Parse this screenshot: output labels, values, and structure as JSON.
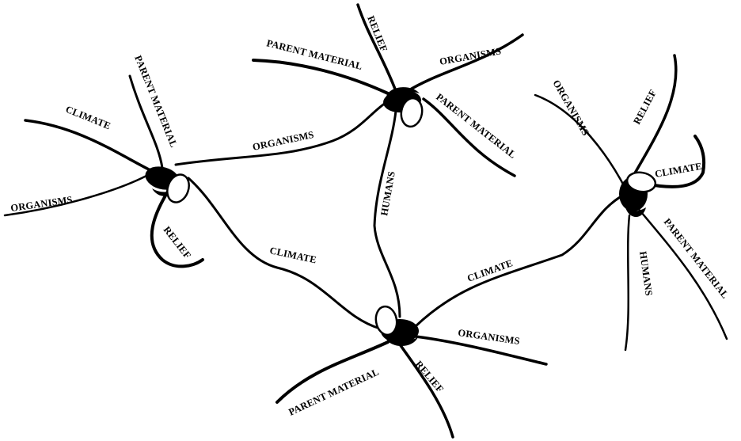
{
  "diagram": {
    "nodes": [
      {
        "id": "node-1",
        "labels": [
          "PARENT MATERIAL",
          "CLIMATE",
          "ORGANISMS",
          "RELIEF",
          "ORGANISMS",
          "CLIMATE"
        ]
      },
      {
        "id": "node-2",
        "labels": [
          "RELIEF",
          "ORGANISMS",
          "PARENT MATERIAL",
          "PARENT MATERIAL",
          "HUMANS"
        ]
      },
      {
        "id": "node-3",
        "labels": [
          "ORGANISMS",
          "RELIEF",
          "CLIMATE",
          "PARENT MATERIAL",
          "HUMANS",
          "CLIMATE"
        ]
      },
      {
        "id": "node-4",
        "labels": [
          "ORGANISMS",
          "PARENT MATERIAL",
          "RELIEF"
        ]
      }
    ],
    "colors": {
      "ink": "#000000",
      "background": "#ffffff"
    }
  }
}
